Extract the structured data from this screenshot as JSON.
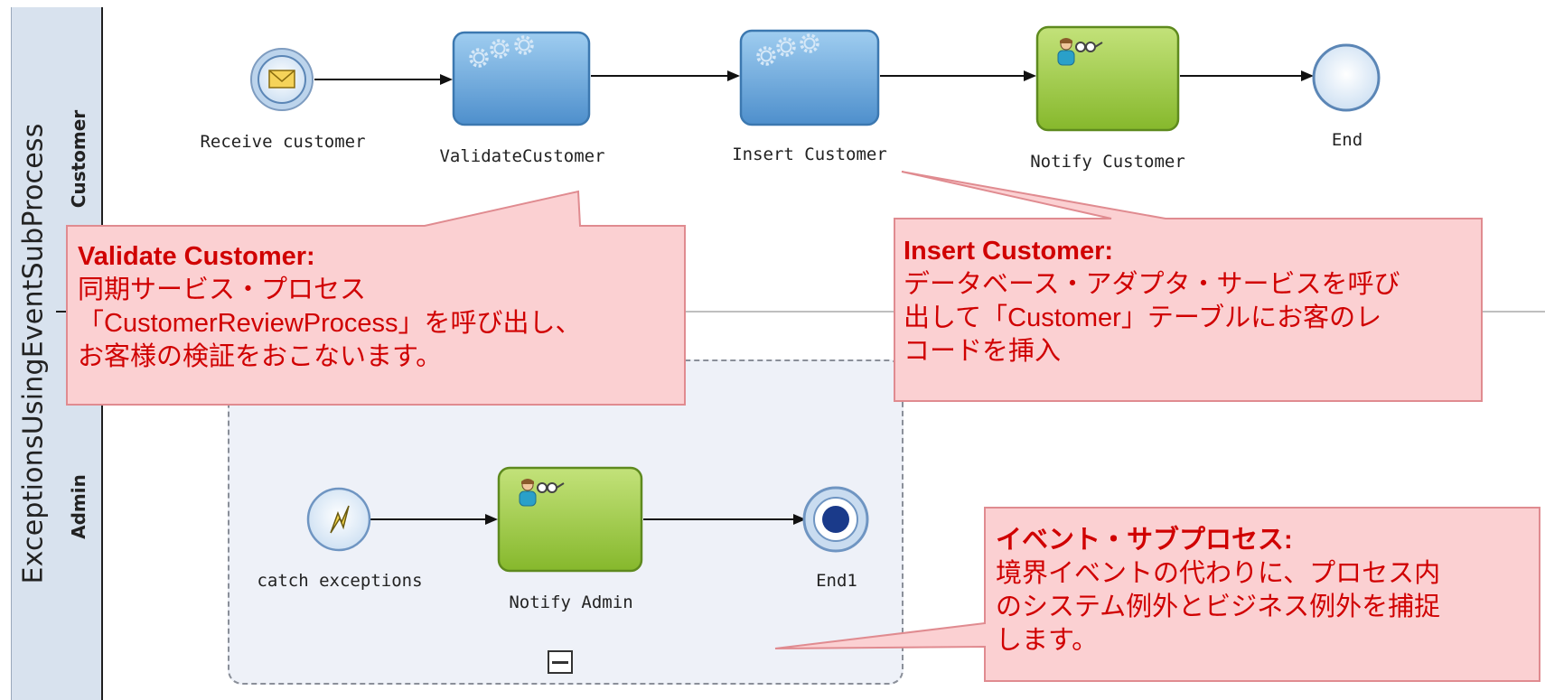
{
  "pool": {
    "name": "ExceptionsUsingEventSubProcess"
  },
  "lanes": [
    {
      "name": "Customer"
    },
    {
      "name": "Admin"
    }
  ],
  "customer_lane": {
    "start_event": {
      "label": "Receive customer",
      "icon": "envelope-icon"
    },
    "tasks": [
      {
        "label": "ValidateCustomer",
        "type": "service",
        "icon": "gears-icon"
      },
      {
        "label": "Insert Customer",
        "type": "service",
        "icon": "gears-icon"
      },
      {
        "label": "Notify Customer",
        "type": "human",
        "icon": "user-icon"
      }
    ],
    "end_event": {
      "label": "End"
    }
  },
  "event_subprocess": {
    "start_event": {
      "label": "catch exceptions",
      "icon": "lightning-icon"
    },
    "task": {
      "label": "Notify Admin",
      "type": "human",
      "icon": "user-icon"
    },
    "end_event": {
      "label": "End1"
    }
  },
  "callouts": [
    {
      "title": "Validate Customer",
      "separator": ":",
      "lines": [
        "同期サービス・プロセス",
        "「CustomerReviewProcess」を呼び出し、",
        "お客様の検証をおこないます。"
      ]
    },
    {
      "title": "Insert Customer",
      "separator": ":",
      "lines": [
        "データベース・アダプタ・サービスを呼び",
        "出して「Customer」テーブルにお客のレ",
        "コードを挿入"
      ]
    },
    {
      "title": "イベント・サブプロセス",
      "separator": ":",
      "lines": [
        "境界イベントの代わりに、プロセス内",
        "のシステム例外とビジネス例外を捕捉",
        "します。"
      ]
    }
  ],
  "colors": {
    "service_task": "#6aa8dc",
    "human_task": "#9ccc3a",
    "callout_fill": "#ffcfd2",
    "callout_text": "#d00000"
  }
}
